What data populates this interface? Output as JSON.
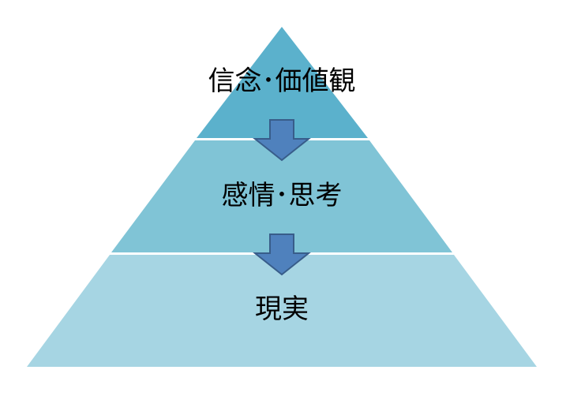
{
  "diagram": {
    "type": "pyramid",
    "tiers": [
      {
        "label": "信念･価値観",
        "color": "#5bb1cc"
      },
      {
        "label": "感情･思考",
        "color": "#80c4d6"
      },
      {
        "label": "現実",
        "color": "#a6d5e3"
      }
    ],
    "arrows": [
      {
        "icon": "arrow-down-icon",
        "color": "#4f81bd",
        "stroke": "#385d8a"
      },
      {
        "icon": "arrow-down-icon",
        "color": "#4f81bd",
        "stroke": "#385d8a"
      }
    ]
  }
}
